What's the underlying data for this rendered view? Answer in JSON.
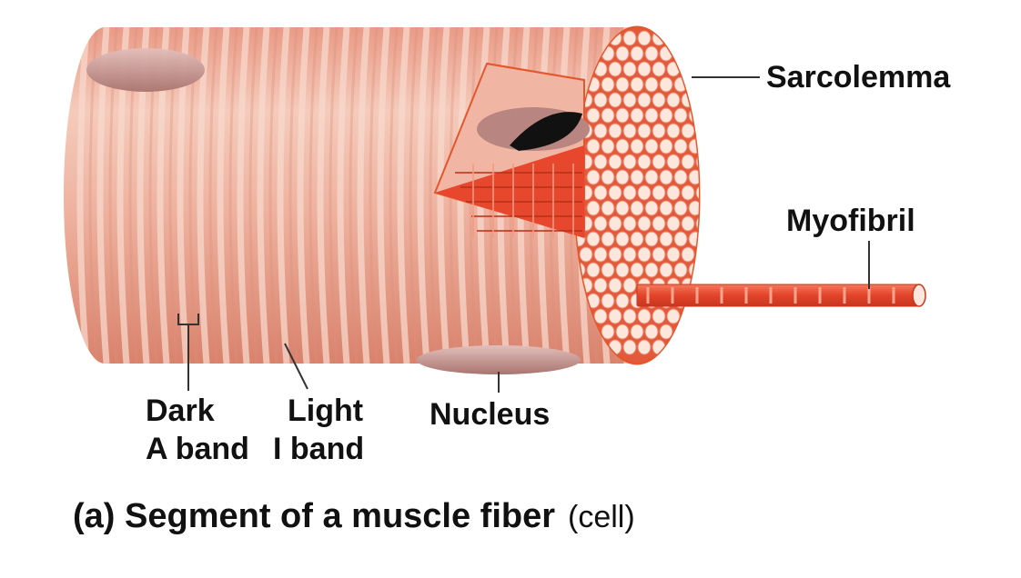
{
  "labels": {
    "sarcolemma": "Sarcolemma",
    "myofibril": "Myofibril",
    "nucleus": "Nucleus",
    "dark_line1": "Dark",
    "dark_line2": "A band",
    "light_line1": "Light",
    "light_line2": "I band"
  },
  "caption": {
    "prefix": "(a) Segment of a muscle fiber",
    "suffix": "(cell)"
  },
  "colors": {
    "fiber_light": "#f2c4b3",
    "fiber_dark": "#dc8f7a",
    "stripe": "#f7d8cc",
    "myofibril_red": "#e8492c",
    "myofibril_end": "#fde6dc",
    "sarcolemma_edge": "#e4572e",
    "nucleus": "#c89994",
    "leader_line": "#333333"
  }
}
